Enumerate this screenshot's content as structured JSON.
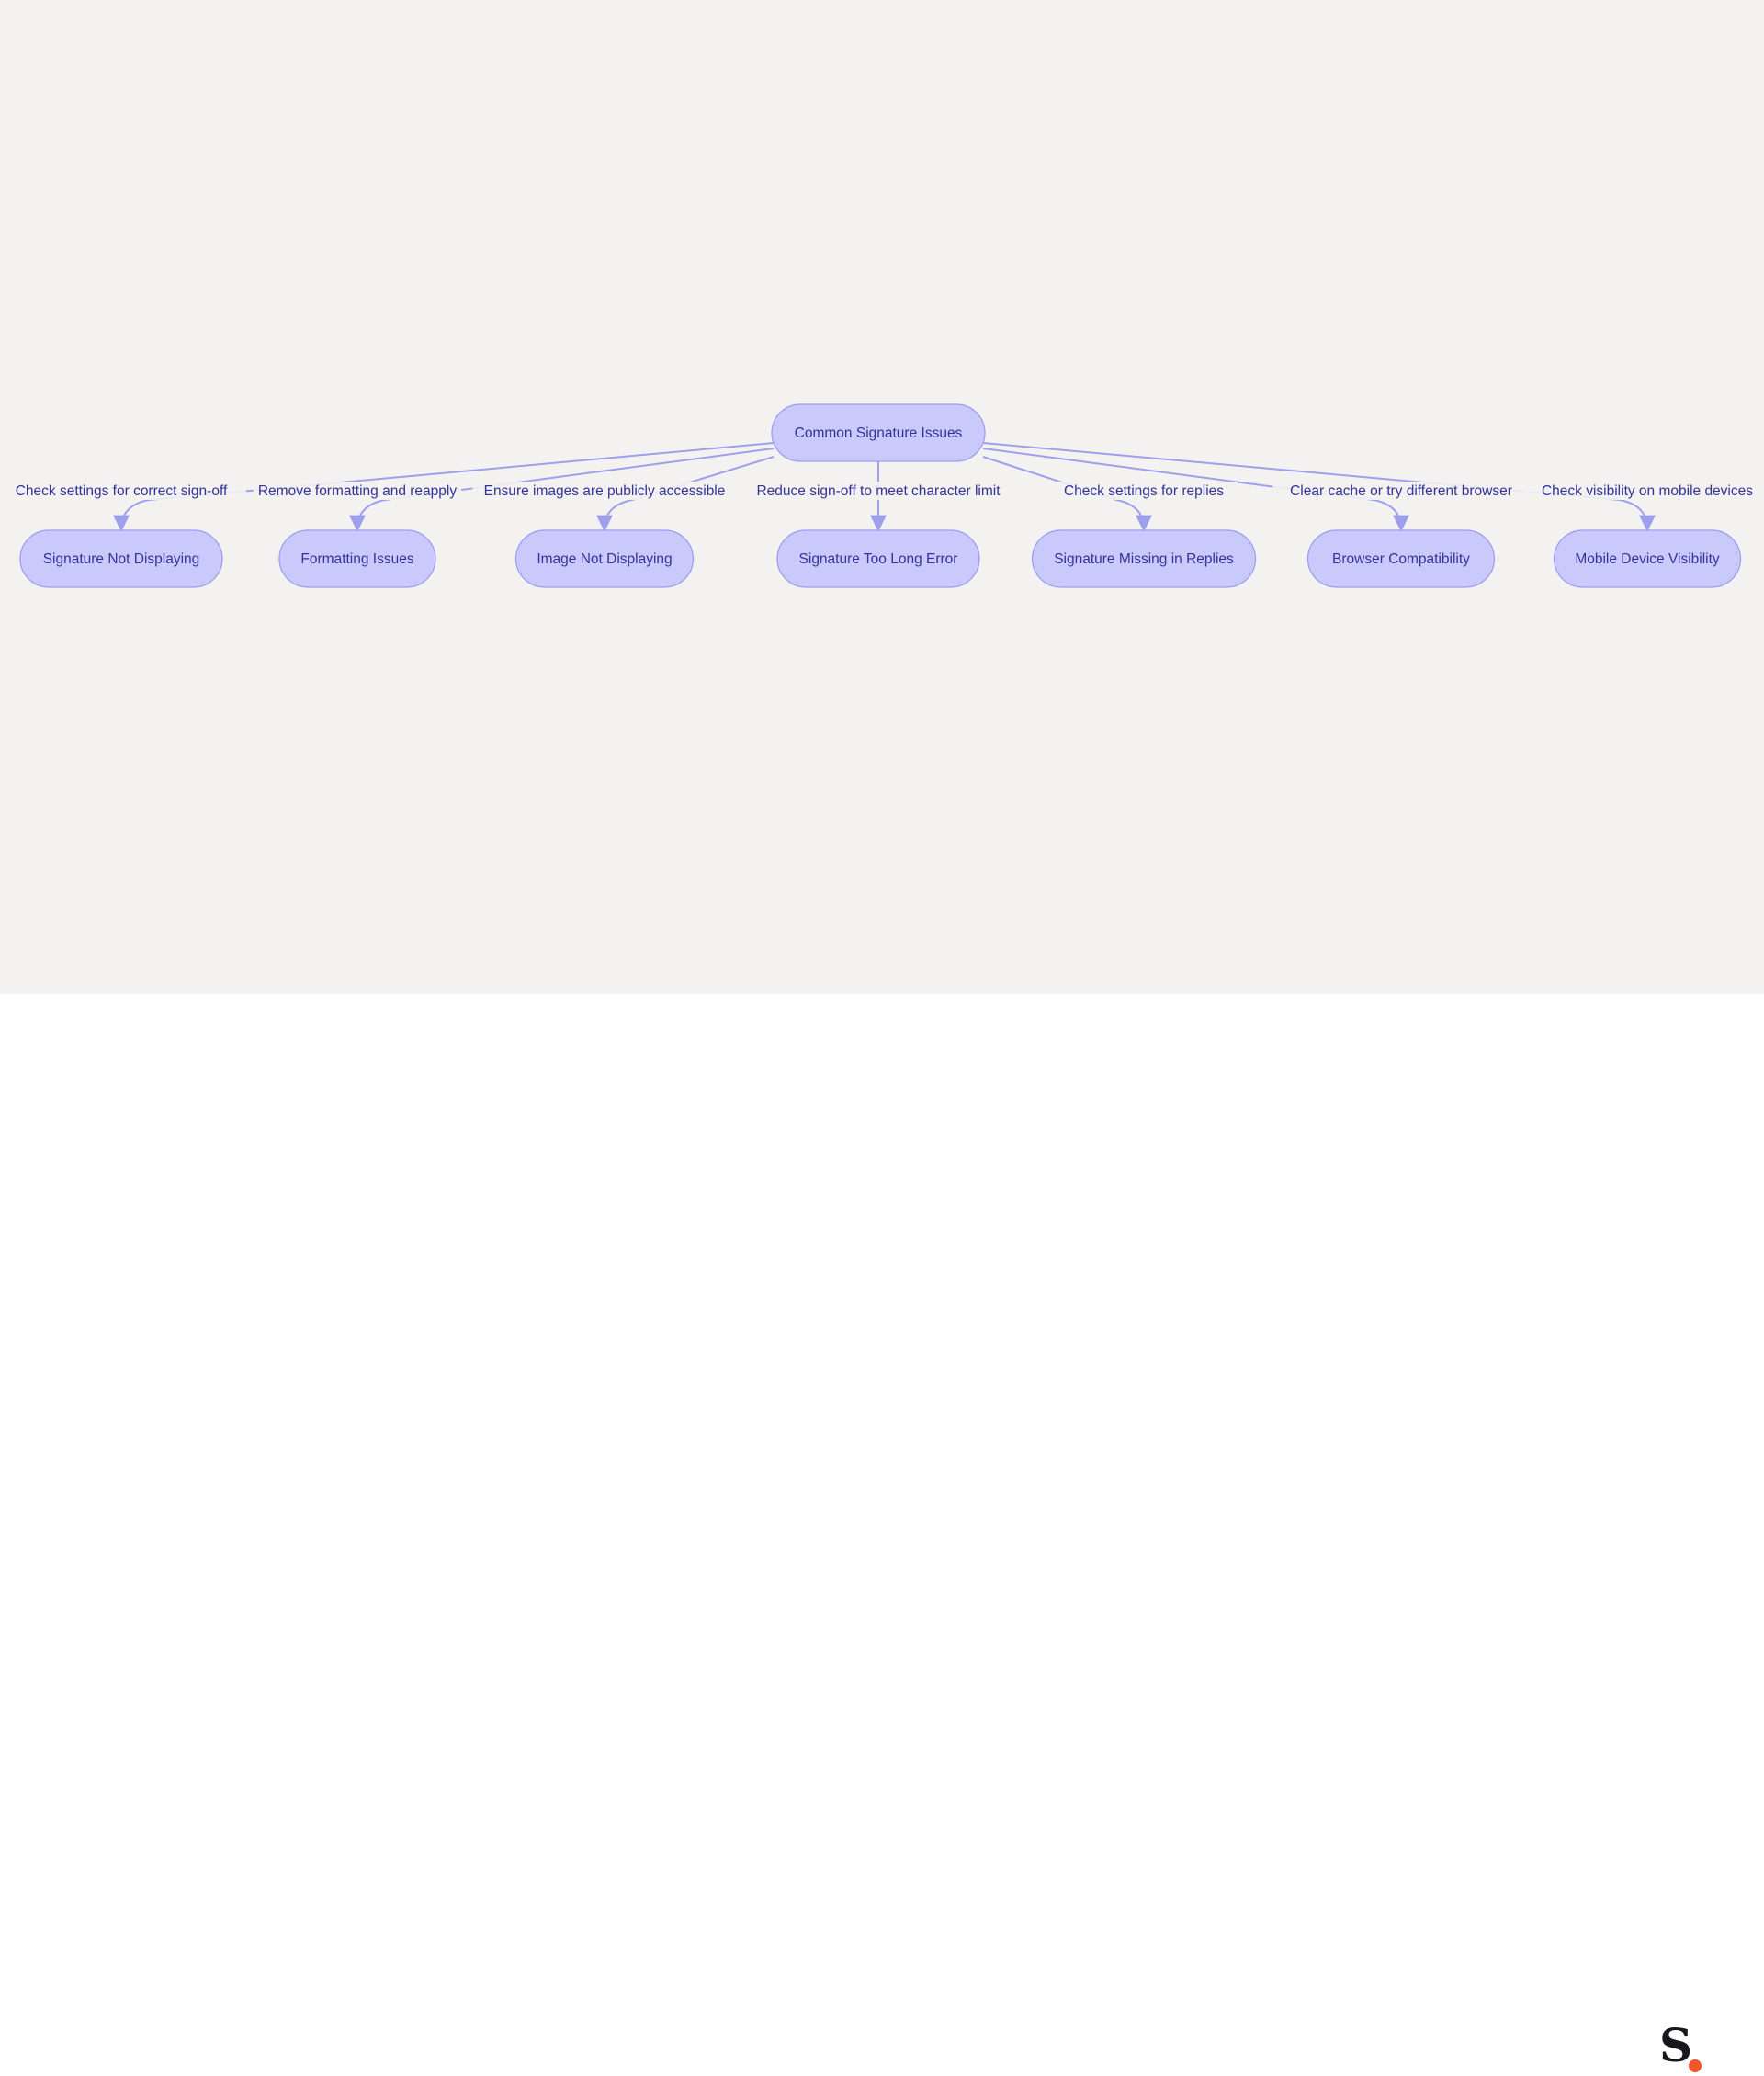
{
  "diagram": {
    "root": {
      "id": "root",
      "label": "Common Signature Issues"
    },
    "children": [
      {
        "id": "c1",
        "label": "Signature Not Displaying",
        "edge_label": "Check settings for correct sign-off"
      },
      {
        "id": "c2",
        "label": "Formatting Issues",
        "edge_label": "Remove formatting and reapply"
      },
      {
        "id": "c3",
        "label": "Image Not Displaying",
        "edge_label": "Ensure images are publicly accessible"
      },
      {
        "id": "c4",
        "label": "Signature Too Long Error",
        "edge_label": "Reduce sign-off to meet character limit"
      },
      {
        "id": "c5",
        "label": "Signature Missing in Replies",
        "edge_label": "Check settings for replies"
      },
      {
        "id": "c6",
        "label": "Browser Compatibility",
        "edge_label": "Clear cache or try different browser"
      },
      {
        "id": "c7",
        "label": "Mobile Device Visibility",
        "edge_label": "Check visibility on mobile devices"
      }
    ]
  },
  "colors": {
    "canvas_background": "#f3f2f1",
    "node_fill": "#c9cafb",
    "node_stroke": "#9a9cf0",
    "edge": "#9ea0ee",
    "text": "#333399",
    "logo_dark": "#16181d",
    "logo_accent": "#f2542d"
  },
  "logo": {
    "letter": "S",
    "icon": "brand-logo-icon"
  }
}
